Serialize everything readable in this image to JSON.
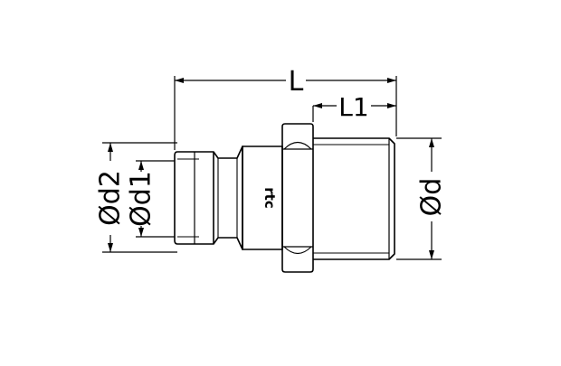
{
  "drawing": {
    "dimensions": {
      "overall_length": "L",
      "thread_length": "L1",
      "outer_diameter": "Ød",
      "collar_diameter": "Ød2",
      "bore_diameter": "Ød1"
    },
    "logo": "rtc"
  }
}
